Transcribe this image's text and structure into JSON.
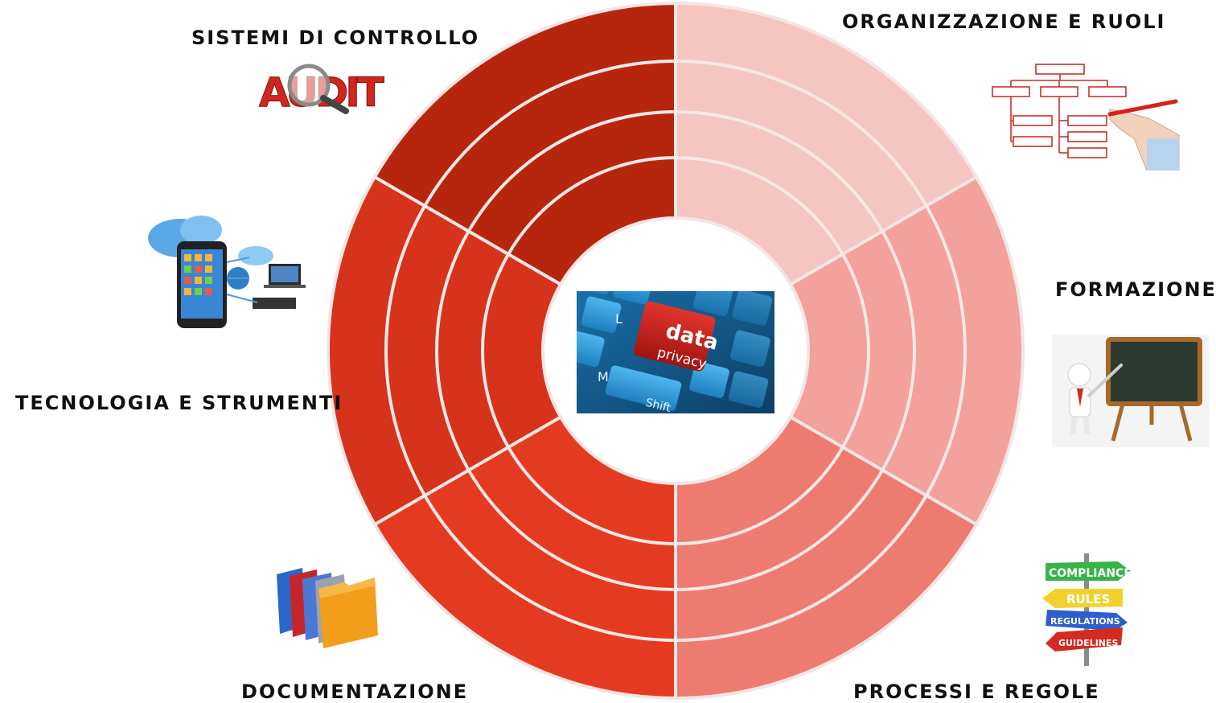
{
  "center": {
    "line1": "data",
    "line2": "privacy",
    "key_left": "L",
    "key_m": "M",
    "key_shift": "Shift"
  },
  "segments": [
    {
      "label": "ORGANIZZAZIONE E RUOLI",
      "color": "#f5c5c1"
    },
    {
      "label": "FORMAZIONE",
      "color": "#f2a19b"
    },
    {
      "label": "PROCESSI E REGOLE",
      "color": "#ee7b70"
    },
    {
      "label": "DOCUMENTAZIONE",
      "color": "#e53a22"
    },
    {
      "label": "TECNOLOGIA E STRUMENTI",
      "color": "#d6321c"
    },
    {
      "label": "SISTEMI DI CONTROLLO",
      "color": "#b6260f"
    }
  ],
  "icons": {
    "audit_text": "AUDIT",
    "signs": [
      "COMPLIANCE",
      "RULES",
      "REGULATIONS",
      "GUIDELINES"
    ]
  }
}
